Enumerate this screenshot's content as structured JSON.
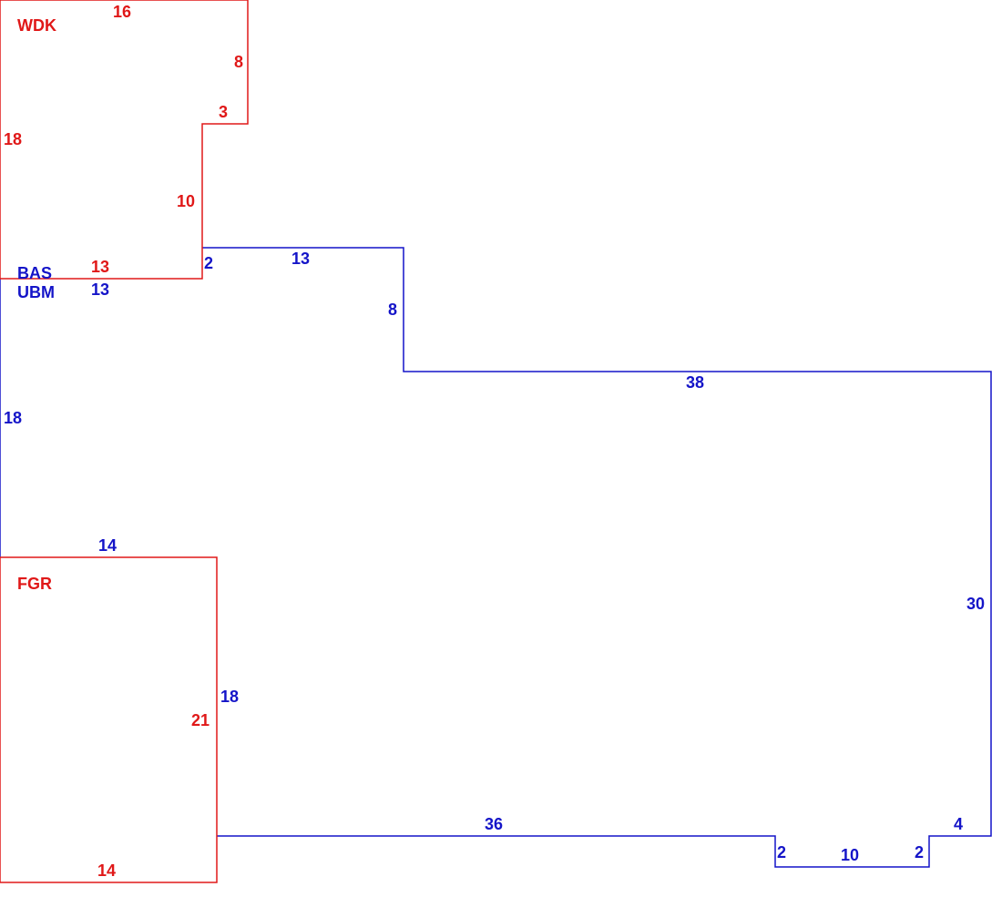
{
  "colors": {
    "red": "#e01818",
    "blue": "#1414c8",
    "background": "#ffffff"
  },
  "areas": {
    "wdk": {
      "code": "WDK",
      "color": "red"
    },
    "bas": {
      "code": "BAS",
      "color": "blue"
    },
    "ubm": {
      "code": "UBM",
      "color": "blue"
    },
    "fgr": {
      "code": "FGR",
      "color": "red"
    }
  },
  "dimensions": {
    "wdk_top": "16",
    "wdk_right_upper": "8",
    "wdk_step": "3",
    "wdk_left": "18",
    "wdk_right_lower": "10",
    "wdk_bottom": "13",
    "bas_step_small": "2",
    "bas_top_upper": "13",
    "bas_top_left": "13",
    "bas_right_upper": "8",
    "bas_top_long": "38",
    "bas_left": "18",
    "bas_fgr_top": "14",
    "bas_right_long": "30",
    "bas_fgr_side": "18",
    "fgr_side": "21",
    "bas_bottom_long": "36",
    "bas_notch_left": "2",
    "bas_notch_bottom": "10",
    "bas_notch_right": "2",
    "bas_bottom_right": "4",
    "fgr_bottom": "14"
  }
}
